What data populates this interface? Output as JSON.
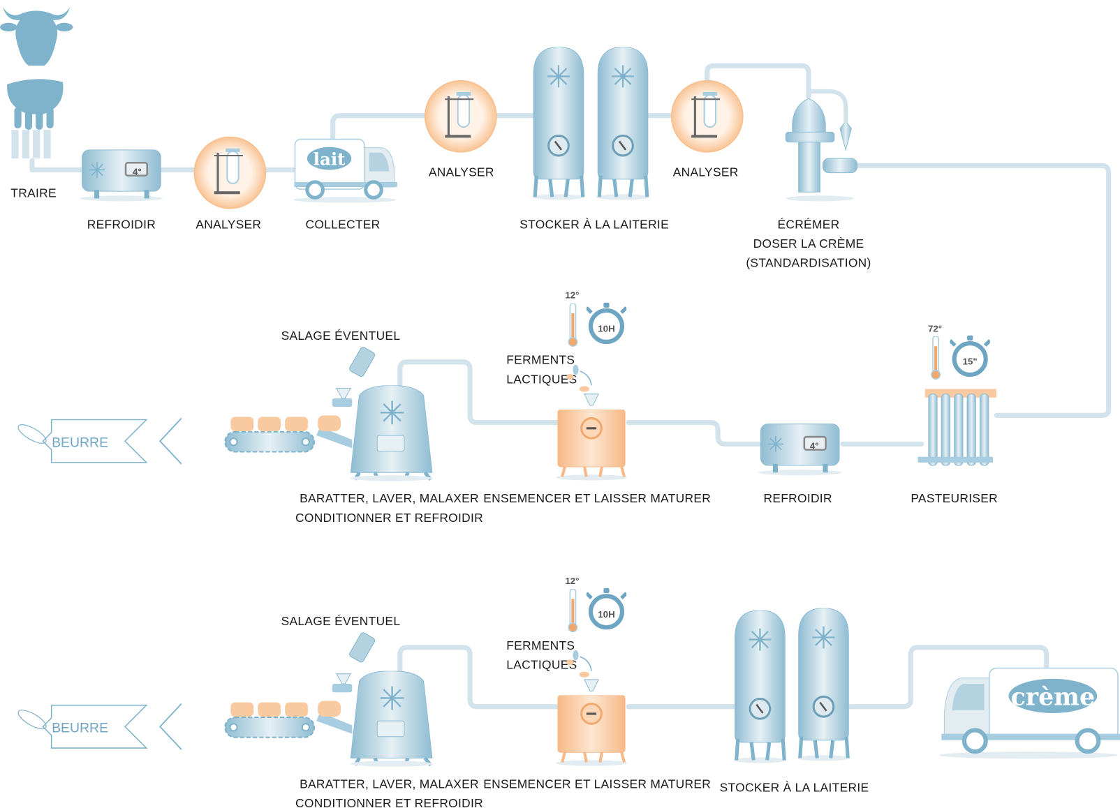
{
  "colors": {
    "blue": "#7fb3cc",
    "light_blue": "#d3e3ec",
    "orange": "#f9c9a0",
    "dark": "#1a1a1a"
  },
  "row1": {
    "traire": "TRAIRE",
    "refroidir": "REFROIDIR",
    "refroidir_temp": "4°",
    "analyser_1": "ANALYSER",
    "collecter": "COLLECTER",
    "truck_brand": "lait",
    "analyser_2": "ANALYSER",
    "stocker": "STOCKER À LA LAITERIE",
    "analyser_3": "ANALYSER",
    "ecremer": [
      "ÉCRÉMER",
      "DOSER LA CRÈME",
      "(STANDARDISATION)"
    ]
  },
  "row2": {
    "beurre": "BEURRE",
    "salage": "SALAGE ÉVENTUEL",
    "barattage": [
      "BARATTER, LAVER, MALAXER",
      "CONDITIONNER ET REFROIDIR"
    ],
    "ferments": [
      "FERMENTS",
      "LACTIQUES"
    ],
    "temp": "12°",
    "timer": "10H",
    "ensemencer": "ENSEMENCER ET LAISSER MATURER",
    "refroidir": "REFROIDIR",
    "refroidir_temp": "4°",
    "pasteuriser": "PASTEURISER",
    "past_temp": "72°",
    "past_timer": "15\""
  },
  "row3": {
    "beurre": "BEURRE",
    "salage": "SALAGE ÉVENTUEL",
    "barattage": [
      "BARATTER, LAVER, MALAXER",
      "CONDITIONNER ET REFROIDIR"
    ],
    "ferments": [
      "FERMENTS",
      "LACTIQUES"
    ],
    "temp": "12°",
    "timer": "10H",
    "ensemencer": "ENSEMENCER ET LAISSER MATURER",
    "stocker": "STOCKER À LA LAITERIE",
    "truck_brand": "crème"
  }
}
